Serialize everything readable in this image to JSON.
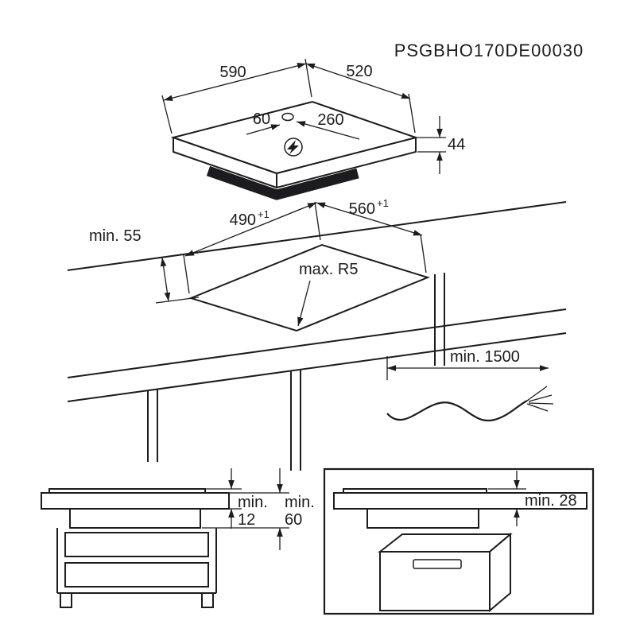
{
  "part_number": "PSGBHO170DE00030",
  "line_color": "#1c1c1e",
  "symbols": {
    "electrical_connection": "lightning-bolt"
  },
  "hob": {
    "width": "590",
    "depth": "520",
    "connection_left": "60",
    "connection_right": "260",
    "height": "44"
  },
  "cutout": {
    "width": "490",
    "width_tol": "+1",
    "depth": "560",
    "depth_tol": "+1",
    "edge_distance": "min. 55",
    "corner_radius": "max. R5"
  },
  "cable": {
    "length": "min. 1500"
  },
  "drawer_view": {
    "dim_top": {
      "word": "min.",
      "value": "12"
    },
    "dim_depth": {
      "word": "min.",
      "value": "60"
    }
  },
  "oven_view": {
    "clearance": "min. 28"
  }
}
